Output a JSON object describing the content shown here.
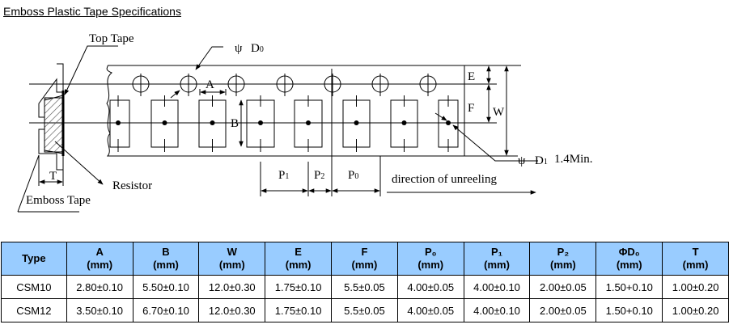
{
  "title": "Emboss Plastic Tape Specifications",
  "diagram": {
    "labels": {
      "top_tape": "Top Tape",
      "resistor": "Resistor",
      "emboss_tape": "Emboss Tape",
      "t": "T",
      "d0_symbol": "ψ",
      "d0": "D",
      "d0_sub": "0",
      "d1_symbol": "ψ",
      "d1": "D",
      "d1_sub": "1",
      "d1_min": "1.4Min.",
      "a": "A",
      "b": "B",
      "e": "E",
      "f": "F",
      "w": "W",
      "p1": "P",
      "p1_sub": "1",
      "p2": "P",
      "p2_sub": "2",
      "p0": "P",
      "p0_sub": "0",
      "direction": "direction of unreeling"
    }
  },
  "table": {
    "headers": [
      {
        "name": "Type",
        "unit": ""
      },
      {
        "name": "A",
        "unit": "(mm)"
      },
      {
        "name": "B",
        "unit": "(mm)"
      },
      {
        "name": "W",
        "unit": "(mm)"
      },
      {
        "name": "E",
        "unit": "(mm)"
      },
      {
        "name": "F",
        "unit": "(mm)"
      },
      {
        "name": "P₀",
        "unit": "(mm)"
      },
      {
        "name": "P₁",
        "unit": "(mm)"
      },
      {
        "name": "P₂",
        "unit": "(mm)"
      },
      {
        "name": "ΦD₀",
        "unit": "(mm)"
      },
      {
        "name": "T",
        "unit": "(mm)"
      }
    ],
    "rows": [
      [
        "CSM10",
        "2.80±0.10",
        "5.50±0.10",
        "12.0±0.30",
        "1.75±0.10",
        "5.5±0.05",
        "4.00±0.05",
        "4.00±0.10",
        "2.00±0.05",
        "1.50+0.10",
        "1.00±0.20"
      ],
      [
        "CSM12",
        "3.50±0.10",
        "6.70±0.10",
        "12.0±0.30",
        "1.75±0.10",
        "5.5±0.05",
        "4.00±0.05",
        "4.00±0.10",
        "2.00±0.05",
        "1.50+0.10",
        "1.00±0.20"
      ]
    ]
  }
}
